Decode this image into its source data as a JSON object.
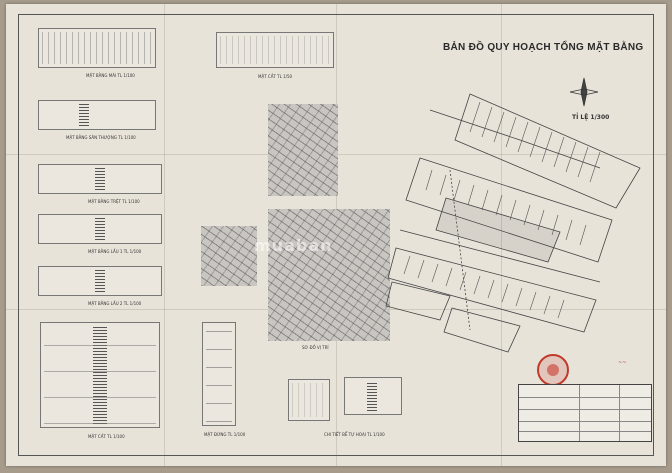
{
  "document": {
    "title": "BẢN ĐỒ QUY HOẠCH TỔNG MẶT BẰNG",
    "scale": "TỈ LỆ 1/300",
    "watermark": "muaban"
  },
  "drawings": {
    "roof_plan": "MẶT BẰNG MÁI TL 1/100",
    "roof_terrace": "MẶT BẰNG SÂN THƯỢNG TL 1/100",
    "ground_floor": "MẶT BẰNG TRỆT TL 1/100",
    "floor_1": "MẶT BẰNG LẦU 1 TL 1/100",
    "floor_2": "MẶT BẰNG LẦU 2 TL 1/100",
    "section": "MẶT CẮT TL 1/100",
    "facade": "MẶT ĐỨNG TL 1/100",
    "stair_detail": "CHI TIẾT BỂ TỰ HOẠI TL 1/100",
    "roof_detail": "MẶT CẮT TL 1/50",
    "location": "SƠ ĐỒ VỊ TRÍ"
  },
  "colors": {
    "seal": "#c0392b",
    "paper": "#e8e3d9"
  }
}
